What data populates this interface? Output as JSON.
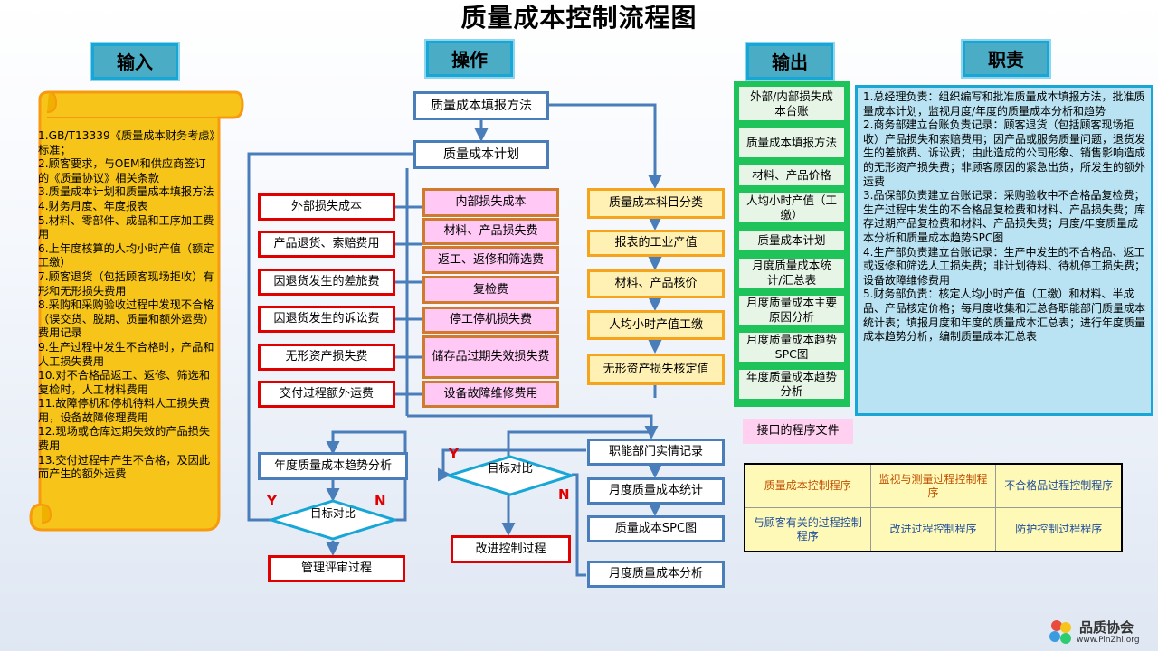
{
  "title": "质量成本控制流程图",
  "headers": {
    "input": "输入",
    "operation": "操作",
    "output": "输出",
    "responsibility": "职责"
  },
  "inputs": [
    "1.GB/T13339《质量成本财务考虑》标准；",
    "2.顾客要求，与OEM和供应商签订的《质量协议》相关条款",
    "3.质量成本计划和质量成本填报方法",
    "4.财务月度、年度报表",
    "5.材料、零部件、成品和工序加工费用",
    "6.上年度核算的人均小时产值（额定工缴）",
    "7.顾客退货（包括顾客现场拒收）有形和无形损失费用",
    "8.采购和采购验收过程中发现不合格（误交货、脱期、质量和额外运费）费用记录",
    "9.生产过程中发生不合格时，产品和人工损失费用",
    "10.对不合格品返工、返修、筛选和复检时，人工材料费用",
    "11.故障停机和停机待料人工损失费用，设备故障修理费用",
    "12.现场或仓库过期失效的产品损失费用",
    "13.交付过程中产生不合格，及因此而产生的额外运费"
  ],
  "flow": {
    "method": "质量成本填报方法",
    "plan": "质量成本计划",
    "external": [
      "外部损失成本",
      "产品退货、索赔费用",
      "因退货发生的差旅费",
      "因退货发生的诉讼费",
      "无形资产损失费",
      "交付过程额外运费"
    ],
    "internal": [
      "内部损失成本",
      "材料、产品损失费",
      "返工、返修和筛选费",
      "复检费",
      "停工停机损失费",
      "储存品过期失效损失费",
      "设备故障维修费用"
    ],
    "calc": [
      "质量成本科目分类",
      "报表的工业产值",
      "材料、产品核价",
      "人均小时产值工缴",
      "无形资产损失核定值"
    ],
    "record": [
      "职能部门实情记录",
      "月度质量成本统计",
      "质量成本SPC图",
      "月度质量成本分析"
    ],
    "annual": "年度质量成本趋势分析",
    "decision": "目标对比",
    "mgmt_review": "管理评审过程",
    "improve": "改进控制过程",
    "yes": "Y",
    "no": "N"
  },
  "outputs": [
    "外部/内部损失成本台账",
    "质量成本填报方法",
    "材料、产品价格",
    "人均小时产值（工缴）",
    "质量成本计划",
    "月度质量成本统计/汇总表",
    "月度质量成本主要原因分析",
    "月度质量成本趋势SPC图",
    "年度质量成本趋势分析"
  ],
  "responsibilities": [
    "1.总经理负责：组织编写和批准质量成本填报方法，批准质量成本计划，监视月度/年度的质量成本分析和趋势",
    "2.商务部建立台账负责记录：顾客退货（包括顾客现场拒收）产品损失和索赔费用；因产品或服务质量问题，退货发生的差旅费、诉讼费；由此造成的公司形象、销售影响造成的无形资产损失费；非顾客原因的紧急出货，所发生的额外运费",
    "3.品保部负责建立台账记录：采购验收中不合格品复检费；生产过程中发生的不合格品复检费和材料、产品损失费；库存过期产品复检费和材料、产品损失费；月度/年度质量成本分析和质量成本趋势SPC图",
    "4.生产部负责建立台账记录：生产中发生的不合格品、返工或返修和筛选人工损失费；非计划待料、待机停工损失费；设备故障维修费用",
    "5.财务部负责：核定人均小时产值（工缴）和材料、半成品、产品核定价格；每月度收集和汇总各职能部门质量成本统计表；填报月度和年度的质量成本汇总表；进行年度质量成本趋势分析，编制质量成本汇总表"
  ],
  "interface_label": "接口的程序文件",
  "interface_files": [
    [
      "质量成本控制程序",
      "监视与测量过程控制程序",
      "不合格品过程控制程序"
    ],
    [
      "与顾客有关的过程控制程序",
      "改进过程控制程序",
      "防护控制过程程序"
    ]
  ],
  "logo": {
    "name": "品质协会",
    "url": "www.PinZhi.org"
  },
  "colors": {
    "header": "#4bacc6",
    "red_border": "#e00000",
    "blue_border": "#4a7ebb",
    "yellow_fill": "#fff1b3",
    "green_border": "#1ec35a",
    "scroll": "#f7c519"
  }
}
